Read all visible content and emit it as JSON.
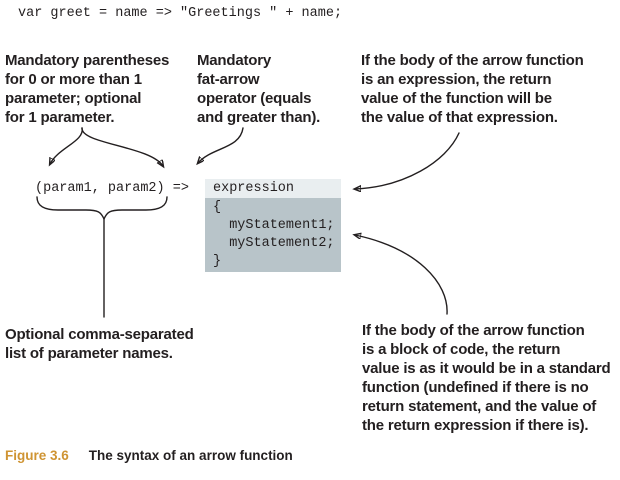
{
  "code_top": "var greet = name => \"Greetings \" + name;",
  "syntax": {
    "params": "(param1, param2)",
    "arrow": "=>",
    "expression_line": "expression",
    "block_lines": "{\n  myStatement1;\n  myStatement2;\n}"
  },
  "annotations": {
    "parens": "Mandatory parentheses\nfor 0 or more than 1\nparameter; optional\nfor 1 parameter.",
    "fat_arrow": "Mandatory\nfat-arrow\noperator (equals\nand greater than).",
    "expression_body": "If the body of the arrow function\nis an expression, the return\nvalue of the function will be\nthe value of that expression.",
    "params_list": "Optional comma-separated\nlist of parameter names.",
    "block_body": "If the body of the arrow function\nis a block of code, the return\nvalue is as it would be in a standard\nfunction (undefined if there is no\nreturn statement, and the value of\nthe return expression if there is)."
  },
  "caption": {
    "figure_label": "Figure 3.6",
    "figure_title": "The syntax of an arrow function"
  },
  "colors": {
    "expression_bg": "#e9eef0",
    "block_bg": "#b8c4c9",
    "caption_accent": "#cf9433",
    "ink": "#231f20"
  }
}
